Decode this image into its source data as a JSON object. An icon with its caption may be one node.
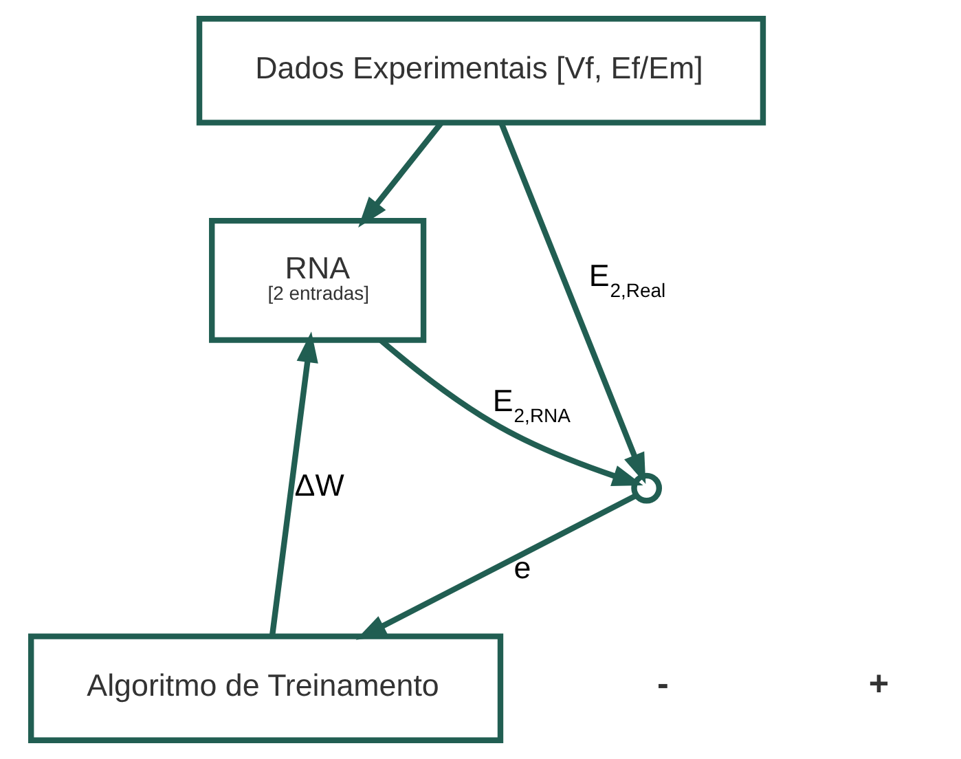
{
  "diagram": {
    "nodes": [
      {
        "text": [
          "Dados Experimentais [Vf, Ef/Em]"
        ]
      },
      {
        "text": [
          "RNA",
          "[2 entradas]"
        ]
      },
      {
        "text": [],
        "shape": "circle"
      },
      {
        "text": [
          "Algoritmo de Treinamento"
        ]
      }
    ],
    "edges": [
      {
        "from": 0,
        "to": 1,
        "arrow": "to"
      },
      {
        "from": 0,
        "to": 2,
        "arrow": "to",
        "label": "E$_{2,Real}$"
      },
      {
        "from": 1,
        "to": 2,
        "arrow": "to",
        "label": "E$_{2,RNA}$"
      },
      {
        "from": 2,
        "to": 3,
        "arrow": "to",
        "label": "e"
      },
      {
        "from": 3,
        "to": 1,
        "arrow": "to",
        "label": "ΔW"
      }
    ],
    "labels": [
      "+",
      "-"
    ]
  }
}
